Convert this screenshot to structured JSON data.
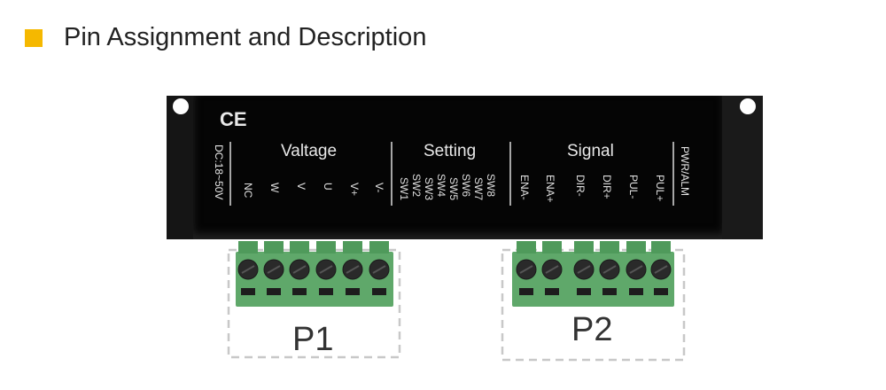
{
  "header": {
    "title": "Pin Assignment and Description"
  },
  "device": {
    "ce_mark": "CE",
    "dc_label": "DC:18~50V",
    "sections": {
      "voltage": "Valtage",
      "setting": "Setting",
      "signal": "Signal",
      "pwr": "PWR/ALM"
    },
    "voltage_pins": [
      "NC",
      "W",
      "V",
      "U",
      "V+",
      "V-"
    ],
    "setting_pins": [
      "SW1",
      "SW2",
      "SW3",
      "SW4",
      "SW5",
      "SW6",
      "SW7",
      "SW8"
    ],
    "signal_pins": [
      "ENA-",
      "ENA+",
      "DIR-",
      "DIR+",
      "PUL-",
      "PUL+"
    ]
  },
  "connectors": {
    "p1": {
      "label": "P1",
      "terminals": 6
    },
    "p2": {
      "label": "P2",
      "terminals": 6
    }
  },
  "colors": {
    "accent": "#f5b800",
    "terminal": "#5fa86a",
    "device": "#050505",
    "dashed_box": "#c8c8c8"
  }
}
